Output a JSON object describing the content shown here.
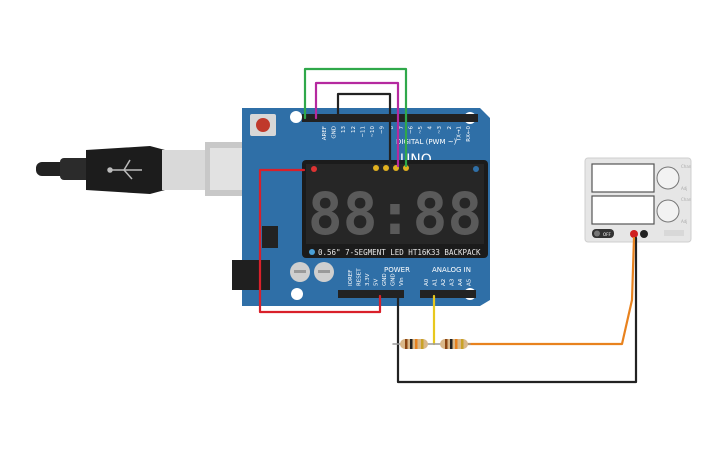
{
  "arduino": {
    "brand": "UNO",
    "header_digital_label": "DIGITAL (PWM ~)",
    "header_power_label": "POWER",
    "header_analog_label": "ANALOG IN",
    "digital_pins": [
      "AREF",
      "GND",
      "13",
      "12",
      "~11",
      "~10",
      "~9",
      "8",
      "7",
      "~6",
      "~5",
      "4",
      "~3",
      "2",
      "TX→1",
      "RX←0"
    ],
    "power_pins": [
      "IOREF",
      "RESET",
      "3.3V",
      "5V",
      "GND",
      "GND",
      "Vin"
    ],
    "analog_pins": [
      "A0",
      "A1",
      "A2",
      "A3",
      "A4",
      "A5"
    ]
  },
  "display": {
    "digits": "88:88",
    "label": "0.56\" 7-SEGMENT LED HT16K33 BACKPACK"
  },
  "power_supply": {
    "knob1_labels": [
      "Chan",
      "Adj"
    ],
    "knob2_labels": [
      "Chan",
      "Adj"
    ],
    "off_label": "OFF"
  },
  "colors": {
    "board": "#2f6fa7",
    "wire_red": "#d9202a",
    "wire_black": "#222222",
    "wire_orange": "#e8821e",
    "wire_green": "#2fa84a",
    "wire_magenta": "#b5299f",
    "wire_yellow": "#e8c81e"
  }
}
